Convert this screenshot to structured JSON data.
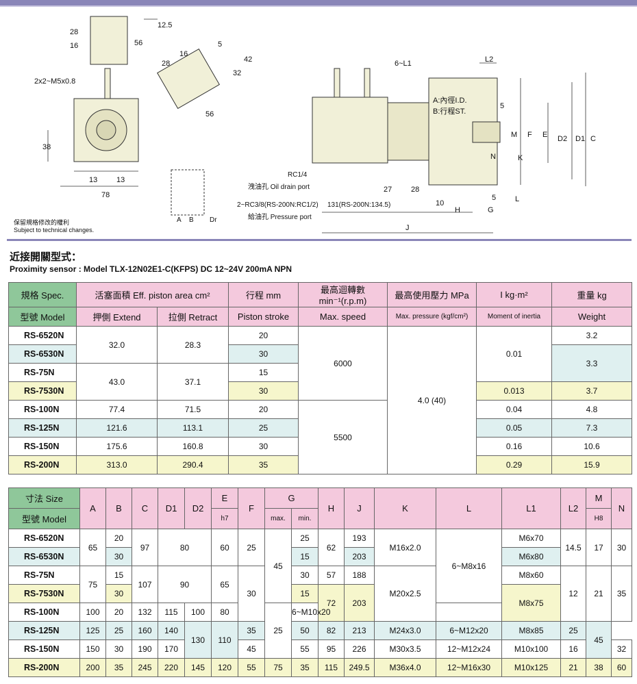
{
  "drawing": {
    "dims_left": [
      "28",
      "16",
      "12.5",
      "56",
      "2x2~M5x0.8",
      "28",
      "16",
      "5",
      "32",
      "42",
      "56",
      "38",
      "13",
      "13",
      "78"
    ],
    "dims_right": [
      "6~L1",
      "L2",
      "A:內徑I.D.",
      "B:行程ST.",
      "5",
      "M",
      "F",
      "E",
      "D2",
      "D1",
      "C",
      "N",
      "K",
      "L",
      "5",
      "27",
      "28",
      "10",
      "H",
      "G",
      "J"
    ],
    "rc14": "RC1/4",
    "oil_drain": "洩油孔 Oil drain port",
    "rc38": "2~RC3/8(RS-200N:RC1/2)",
    "dim131": "131(RS-200N:134.5)",
    "pressure_port": "給油孔 Pressure port",
    "small_labels": [
      "A",
      "B",
      "Dr"
    ]
  },
  "note": [
    "保留規格修改的權利",
    "Subject to technical changes."
  ],
  "section_title": "近接開關型式：",
  "sensor_line": "Proximity sensor : Model TLX-12N02E1-C(KFPS) DC 12~24V 200mA NPN",
  "table1": {
    "h1": [
      "規格 Spec.",
      "活塞面積 Eff. piston area cm²",
      "行程 mm",
      "最高迴轉數 min⁻¹(r.p.m)",
      "最高使用壓力 MPa",
      "I kg·m²",
      "重量 kg"
    ],
    "h2": [
      "型號 Model",
      "押側 Extend",
      "拉側 Retract",
      "Piston stroke",
      "Max. speed",
      "Max. pressure (kgf/cm²)",
      "Moment of inertia",
      "Weight"
    ],
    "models": [
      "RS-6520N",
      "RS-6530N",
      "RS-75N",
      "RS-7530N",
      "RS-100N",
      "RS-125N",
      "RS-150N",
      "RS-200N"
    ],
    "extend": [
      "32.0",
      "43.0",
      "77.4",
      "121.6",
      "175.6",
      "313.0"
    ],
    "retract": [
      "28.3",
      "37.1",
      "71.5",
      "113.1",
      "160.8",
      "290.4"
    ],
    "stroke": [
      "20",
      "30",
      "15",
      "30",
      "20",
      "25",
      "30",
      "35"
    ],
    "speed": [
      "6000",
      "5500"
    ],
    "pressure": "4.0 (40)",
    "inertia": [
      "0.01",
      "0.013",
      "0.04",
      "0.05",
      "0.16",
      "0.29"
    ],
    "weight": [
      "3.2",
      "3.3",
      "3.7",
      "4.8",
      "7.3",
      "10.6",
      "15.9"
    ]
  },
  "table2": {
    "h1": [
      "寸法 Size",
      "A",
      "B",
      "C",
      "D1",
      "D2",
      "E",
      "F",
      "G",
      "H",
      "J",
      "K",
      "L",
      "L1",
      "L2",
      "M",
      "N"
    ],
    "h2": [
      "型號 Model",
      "h7",
      "max.",
      "min.",
      "H8"
    ],
    "r0": [
      "RS-6520N",
      "65",
      "20",
      "97",
      "80",
      "60",
      "25",
      "45",
      "25",
      "62",
      "193",
      "M16x2.0",
      "6~M8x16",
      "M6x70",
      "14.5",
      "17",
      "30"
    ],
    "r1": [
      "RS-6530N",
      "30",
      "15",
      "203",
      "M6x80"
    ],
    "r2": [
      "RS-75N",
      "75",
      "15",
      "107",
      "90",
      "65",
      "30",
      "30",
      "57",
      "188",
      "M8x60",
      "21",
      "35"
    ],
    "r3": [
      "RS-7530N",
      "30",
      "15",
      "72",
      "203",
      "M20x2.5",
      "M8x75",
      "12"
    ],
    "r4": [
      "RS-100N",
      "100",
      "20",
      "132",
      "115",
      "100",
      "80",
      "6~M10x20"
    ],
    "r5": [
      "RS-125N",
      "125",
      "25",
      "160",
      "140",
      "130",
      "110",
      "35",
      "50",
      "25",
      "82",
      "213",
      "M24x3.0",
      "6~M12x20",
      "M8x85",
      "25",
      "45"
    ],
    "r6": [
      "RS-150N",
      "150",
      "30",
      "190",
      "170",
      "45",
      "55",
      "95",
      "226",
      "M30x3.5",
      "12~M12x24",
      "M10x100",
      "16",
      "32"
    ],
    "r7": [
      "RS-200N",
      "200",
      "35",
      "245",
      "220",
      "145",
      "120",
      "55",
      "75",
      "35",
      "115",
      "249.5",
      "M36x4.0",
      "12~M16x30",
      "M10x125",
      "21",
      "38",
      "60"
    ]
  }
}
